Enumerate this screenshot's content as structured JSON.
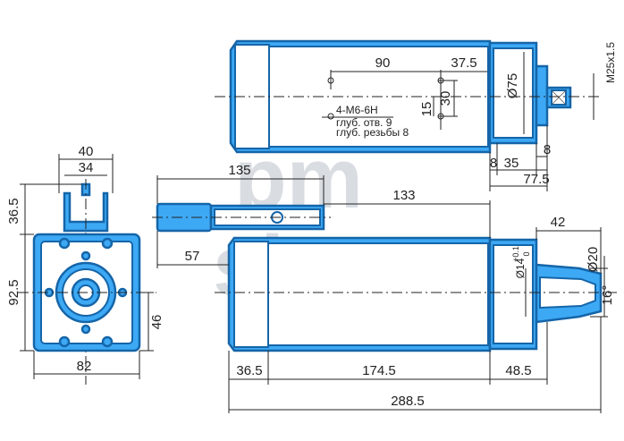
{
  "watermark": {
    "line1": "pm",
    "line2": "shop"
  },
  "colors": {
    "body_fill": "#3da9f5",
    "body_outline": "#1565a8",
    "dimension_line": "#222222",
    "watermark": "#d9dde2"
  },
  "top_view": {
    "dim_90": "90",
    "dim_37_5": "37.5",
    "dim_75": "Ø75",
    "dim_thread": "M25x1.5",
    "dim_15": "15",
    "dim_30": "30",
    "hole_spec": "4-M6-6H",
    "depth_hole": "глуб. отв. 9",
    "depth_thread": "глуб. резьбы 8",
    "dim_8_right": "8",
    "dim_8_left": "8",
    "dim_35": "35",
    "dim_77_5": "77.5"
  },
  "end_view": {
    "dim_40": "40",
    "dim_34": "34",
    "dim_36_5": "36.5",
    "dim_92_5": "92.5",
    "dim_46": "46",
    "dim_82": "82"
  },
  "side_view": {
    "dim_135": "135",
    "dim_133": "133",
    "dim_57": "57",
    "dim_42": "42",
    "dim_20": "Ø20",
    "dim_14": "Ø14",
    "dim_14_tol": "+0.1",
    "dim_14_tol_low": "0",
    "dim_16deg": "16°",
    "dim_36_5": "36.5",
    "dim_174_5": "174.5",
    "dim_48_5": "48.5",
    "dim_288_5": "288.5"
  }
}
